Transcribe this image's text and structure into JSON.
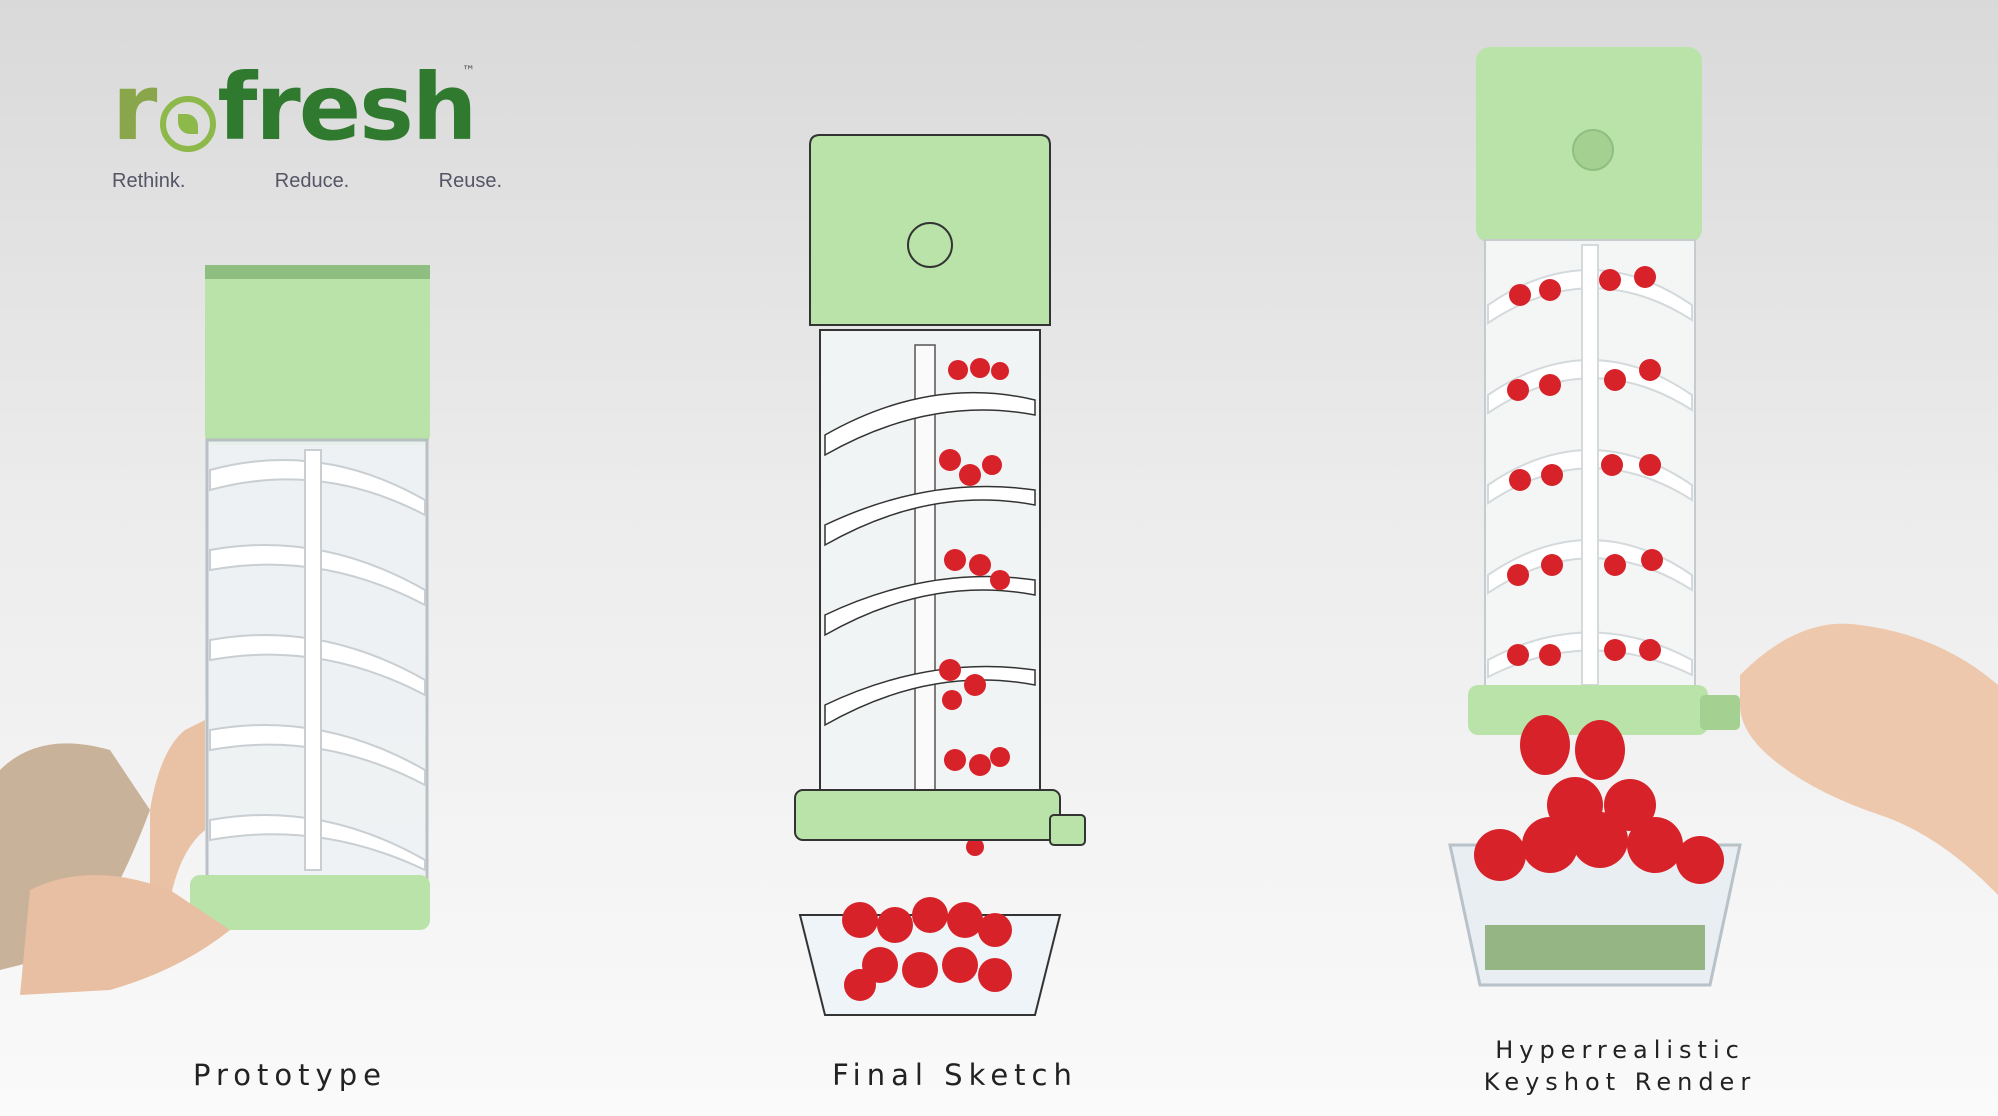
{
  "logo": {
    "first_letter": "r",
    "rest": "fresh",
    "trademark": "™",
    "tagline": [
      "Rethink.",
      "Reduce.",
      "Reuse."
    ]
  },
  "captions": {
    "prototype": "Prototype",
    "final_sketch": "Final Sketch",
    "render_line1": "Hyperrealistic",
    "render_line2": "Keyshot Render"
  },
  "colors": {
    "brand_dark_green": "#2f7a2f",
    "brand_light_green": "#8db84a",
    "device_mint": "#b9e3a8",
    "strawberry_red": "#d8222a"
  }
}
